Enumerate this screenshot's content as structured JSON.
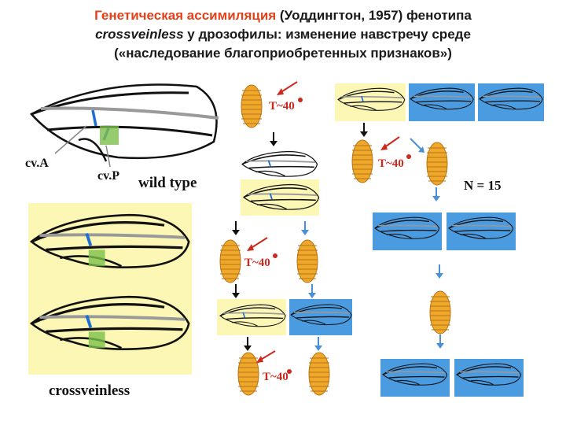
{
  "title": {
    "part1": "Генетическая ассимиляция",
    "part2": " (Уоддингтон, 1957) фенотипа",
    "line2_italic": "crossveinless",
    "line2_rest": " у дрозофилы: изменение навстречу среде",
    "line3": "(«наследование благоприобретенных признаков»)"
  },
  "labels": {
    "cvA": "cv.A",
    "cvP": "cv.P",
    "wild_type": "wild type",
    "crossveinless": "crossveinless",
    "n_generations": "N = 15"
  },
  "treatment": {
    "label": "T~40",
    "degree": "°"
  },
  "colors": {
    "title_highlight": "#e4411b",
    "yellow_bg": "#fcf7b4",
    "blue_bg": "#4a9be0",
    "pupa": "#f0a82a",
    "green_patch": "#7cbf4a",
    "red_arrow": "#cc2a1e",
    "blue_arrow": "#4a90d9"
  }
}
